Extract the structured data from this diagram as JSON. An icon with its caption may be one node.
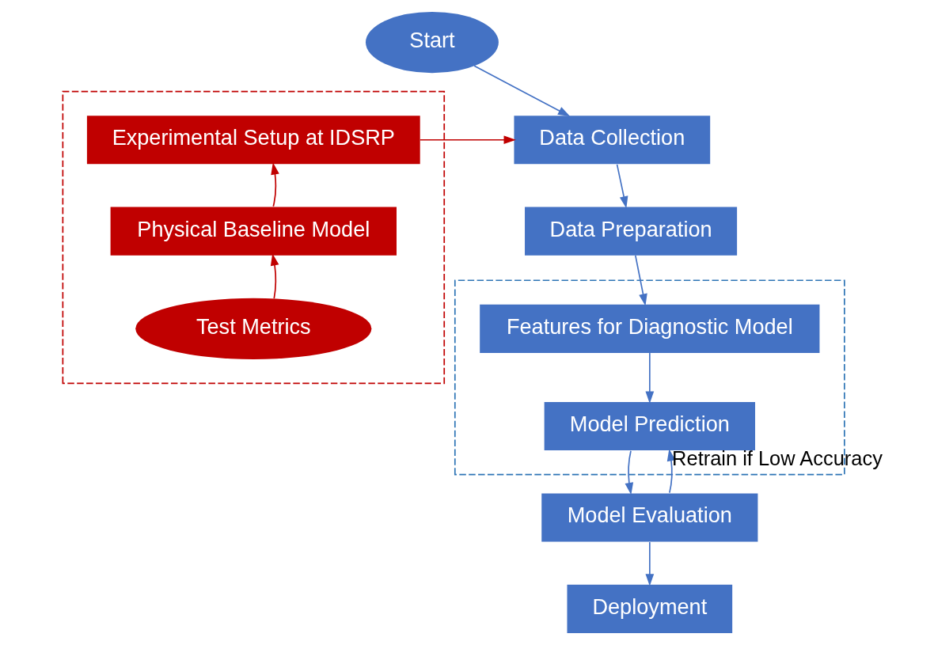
{
  "diagram": {
    "nodes": [
      {
        "text": [
          "Start"
        ]
      },
      {
        "text": [
          "Data Collection"
        ]
      },
      {
        "text": [
          "Data Preparation"
        ]
      },
      {
        "text": [],
        "shape": "box"
      },
      {
        "text": [
          "Features for Diagnostic Model"
        ],
        "in": 3
      },
      {
        "text": [
          "Model Prediction"
        ],
        "in": 3
      },
      {
        "text": [
          "Model Evaluation"
        ]
      },
      {
        "text": [
          "Deployment"
        ]
      },
      {
        "text": [],
        "shape": "box"
      },
      {
        "text": [
          "Experimental Setup at IDSRP"
        ],
        "in": 8
      },
      {
        "text": [
          "Physical Baseline Model"
        ],
        "in": 8
      },
      {
        "text": [
          "Test Metrics"
        ],
        "in": 8
      }
    ],
    "edges": [
      {
        "from": 0,
        "to": 1,
        "arrow": "to"
      },
      {
        "from": 1,
        "to": 2,
        "arrow": "to"
      },
      {
        "from": 2,
        "to": 4,
        "arrow": "to"
      },
      {
        "from": 4,
        "to": 5,
        "arrow": "to"
      },
      {
        "from": 5,
        "to": 6,
        "arrow": "to"
      },
      {
        "from": 6,
        "to": 5,
        "arrow": "to",
        "label": "Retrain if Low Accuracy"
      },
      {
        "from": 6,
        "to": 7,
        "arrow": "to"
      },
      {
        "from": 9,
        "to": 1,
        "arrow": "to",
        "color": "#c00000"
      },
      {
        "from": 10,
        "to": 9,
        "arrow": "to",
        "color": "#c00000"
      },
      {
        "from": 11,
        "to": 10,
        "arrow": "to",
        "color": "#c00000"
      }
    ]
  }
}
